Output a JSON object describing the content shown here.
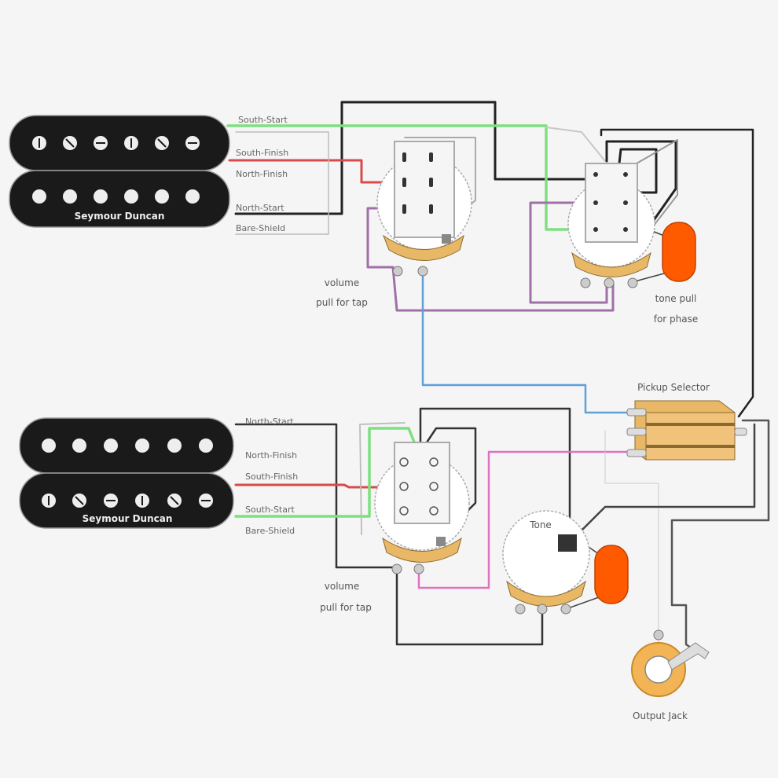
{
  "diagram": {
    "title": "Dual humbucker wiring with volume pull-for-tap and tone pull-for-phase",
    "colors": {
      "background": "#f5f5f5",
      "pickup_body": "#1a1a1a",
      "pole_piece": "#f2f2f2",
      "pot_brass": "#e8b866",
      "capacitor": "#ff5a00",
      "jack_ring": "#f2b455",
      "wire_green": "#7ee07e",
      "wire_red": "#d94a4a",
      "wire_black": "#222222",
      "wire_white": "#c8c8c8",
      "wire_purple": "#a070a8",
      "wire_blue": "#5fa0d8",
      "wire_pink": "#e070c0",
      "wire_ground": "#555555"
    },
    "pickups": [
      {
        "id": "bridge",
        "brand": "Seymour Duncan",
        "icon": "humbucker-pickup-icon",
        "leads": [
          "South-Start",
          "South-Finish",
          "North-Finish",
          "North-Start",
          "Bare-Shield"
        ]
      },
      {
        "id": "neck",
        "brand": "Seymour Duncan",
        "icon": "humbucker-pickup-icon",
        "leads": [
          "North-Start",
          "North-Finish",
          "South-Finish",
          "South-Start",
          "Bare-Shield"
        ]
      }
    ],
    "controls": {
      "volume_1": {
        "label_line1": "volume",
        "label_line2": "pull for tap",
        "icon": "push-pull-pot-icon"
      },
      "tone_1": {
        "label_line1": "tone pull",
        "label_line2": "for phase",
        "icon": "push-pull-pot-icon"
      },
      "volume_2": {
        "label_line1": "volume",
        "label_line2": "pull for tap",
        "icon": "push-pull-pot-icon"
      },
      "tone_2": {
        "label": "Tone",
        "icon": "potentiometer-icon"
      },
      "selector": {
        "label": "Pickup Selector",
        "icon": "toggle-switch-icon"
      },
      "jack": {
        "label": "Output Jack",
        "icon": "output-jack-icon"
      },
      "capacitor_1": {
        "icon": "capacitor-icon"
      },
      "capacitor_2": {
        "icon": "capacitor-icon"
      }
    }
  }
}
